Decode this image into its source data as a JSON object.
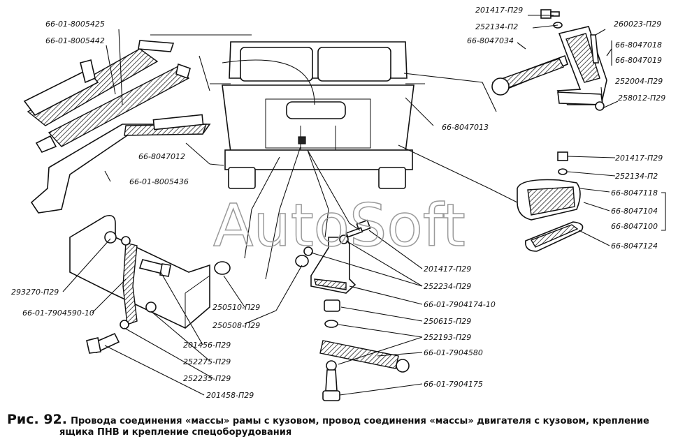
{
  "watermark": "AutoSoft",
  "caption": {
    "figure": "Рис. 92.",
    "line1": "Провода соединения «массы» рамы с кузовом, провод соединения «массы» двигателя с кузовом, крепление",
    "line2": "ящика ПНВ и крепление спецоборудования"
  },
  "labels": {
    "l01": "66-01-8005425",
    "l02": "66-01-8005442",
    "l03": "66-8047012",
    "l04": "66-01-8005436",
    "l05": "201417-П29",
    "l06": "252134-П2",
    "l07": "66-8047034",
    "l08": "260023-П29",
    "l09": "66-8047018",
    "l10": "66-8047019",
    "l11": "252004-П29",
    "l12": "258012-П29",
    "l13": "66-8047013",
    "l14": "201417-П29",
    "l15": "252134-П2",
    "l16": "66-8047118",
    "l17": "66-8047104",
    "l18": "66-8047100",
    "l19": "66-8047124",
    "l20": "293270-П29",
    "l21": "66-01-7904590-10",
    "l22": "250510-П29",
    "l23": "250508-П29",
    "l24": "201456-П29",
    "l25": "252275-П29",
    "l26": "252235-П29",
    "l27": "201458-П29",
    "l28": "201417-П29",
    "l29": "252234-П29",
    "l30": "66-01-7904174-10",
    "l31": "250615-П29",
    "l32": "252193-П29",
    "l33": "66-01-7904580",
    "l34": "66-01-7904175"
  }
}
